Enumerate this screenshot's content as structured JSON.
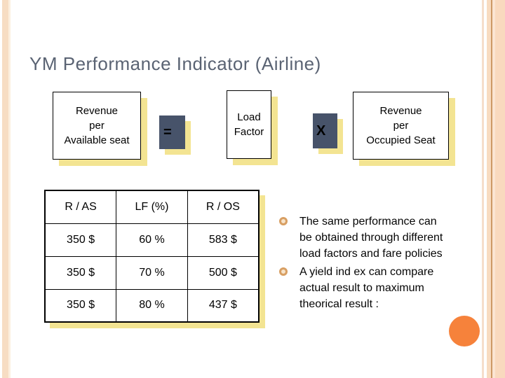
{
  "slide": {
    "title": "YM Performance Indicator (Airline)"
  },
  "formula": {
    "revenue_available": "Revenue\nper\nAvailable seat",
    "equals_operator": "=",
    "load_factor": "Load\nFactor",
    "multiply_operator": "X",
    "revenue_occupied": "Revenue\nper\nOccupied Seat"
  },
  "table": {
    "headers": [
      "R / AS",
      "LF (%)",
      "R / OS"
    ],
    "rows": [
      [
        "350 $",
        "60 %",
        "583 $"
      ],
      [
        "350 $",
        "70 %",
        "500 $"
      ],
      [
        "350 $",
        "80 %",
        "437 $"
      ]
    ]
  },
  "bullets": [
    "The same performance  can\nbe obtained through different\nload factors and fare policies",
    "A yield ind ex can compare\nactual result to maximum\ntheorical result :"
  ],
  "colors": {
    "title_text": "#5A6373",
    "operator_box": "#47536A",
    "shadow_yellow": "#F3E492",
    "stripe_peach": "#F7DDC3",
    "stripe_dark_tan": "#CD9965",
    "bullet_ring": "#D89F63",
    "circle_orange": "#F6823B"
  }
}
